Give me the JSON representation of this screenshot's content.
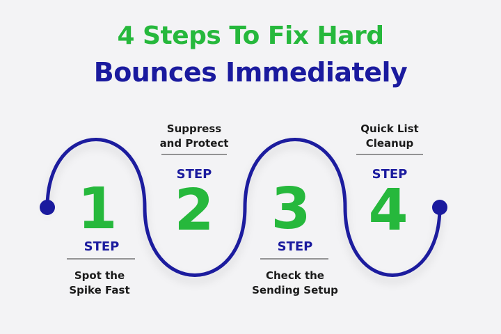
{
  "title": {
    "line1": "4 Steps To Fix Hard",
    "line2": "Bounces Immediately"
  },
  "colors": {
    "green": "#26b83c",
    "blue": "#1a1a9e",
    "text": "#1b1b1b",
    "background": "#f3f3f5"
  },
  "steps": [
    {
      "number": "1",
      "word": "STEP",
      "caption_line1": "Spot the",
      "caption_line2": "Spike Fast"
    },
    {
      "number": "2",
      "word": "STEP",
      "caption_line1": "Suppress",
      "caption_line2": "and Protect"
    },
    {
      "number": "3",
      "word": "STEP",
      "caption_line1": "Check the",
      "caption_line2": "Sending Setup"
    },
    {
      "number": "4",
      "word": "STEP",
      "caption_line1": "Quick List",
      "caption_line2": "Cleanup"
    }
  ]
}
